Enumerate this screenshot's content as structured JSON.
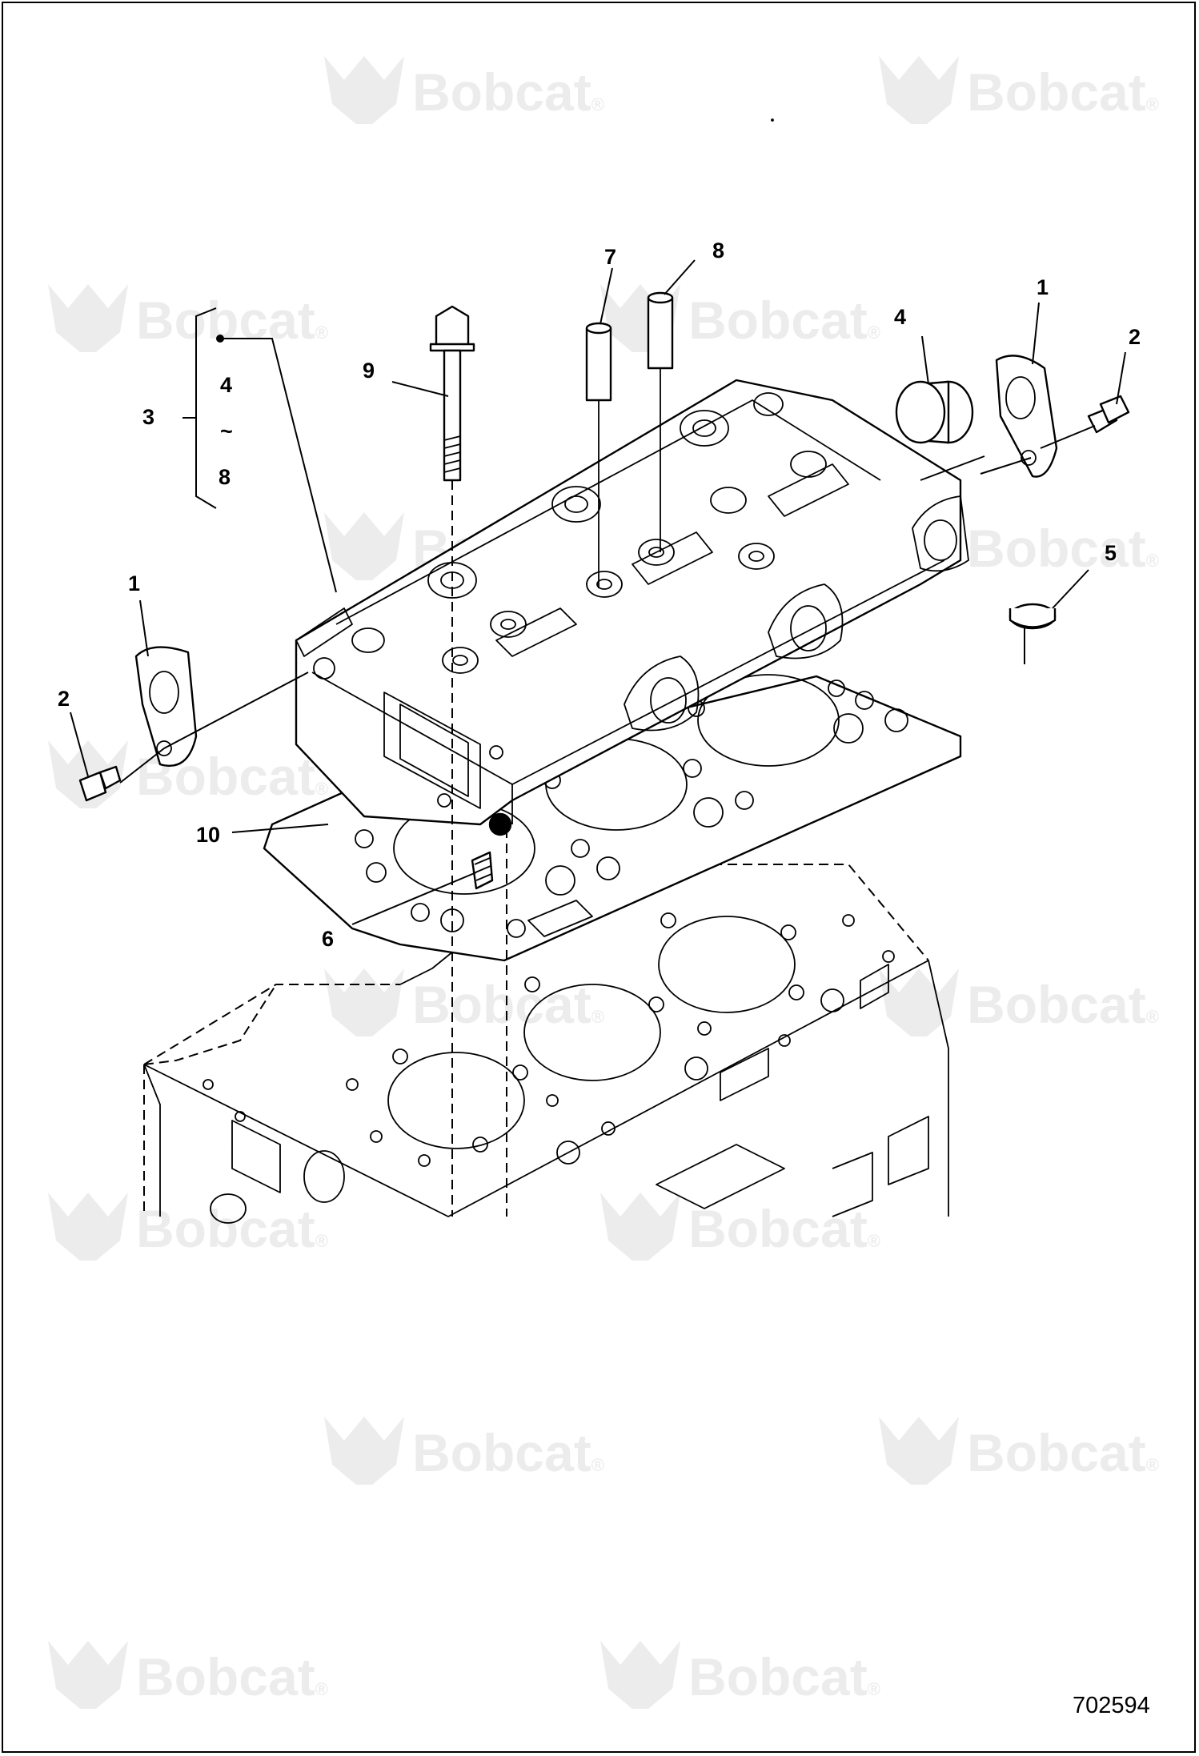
{
  "watermark": {
    "brand_text": "Bobcat",
    "registered_mark": "®",
    "color": "#ececec"
  },
  "callouts": {
    "c1a": "1",
    "c1b": "1",
    "c2a": "2",
    "c2b": "2",
    "c3": "3",
    "c4a": "4",
    "c4b": "4",
    "c5": "5",
    "c6": "6",
    "c7": "7",
    "c8a": "8",
    "c8b": "8",
    "c9": "9",
    "c10": "10",
    "range_tilde": "~"
  },
  "figure_id": "702594"
}
